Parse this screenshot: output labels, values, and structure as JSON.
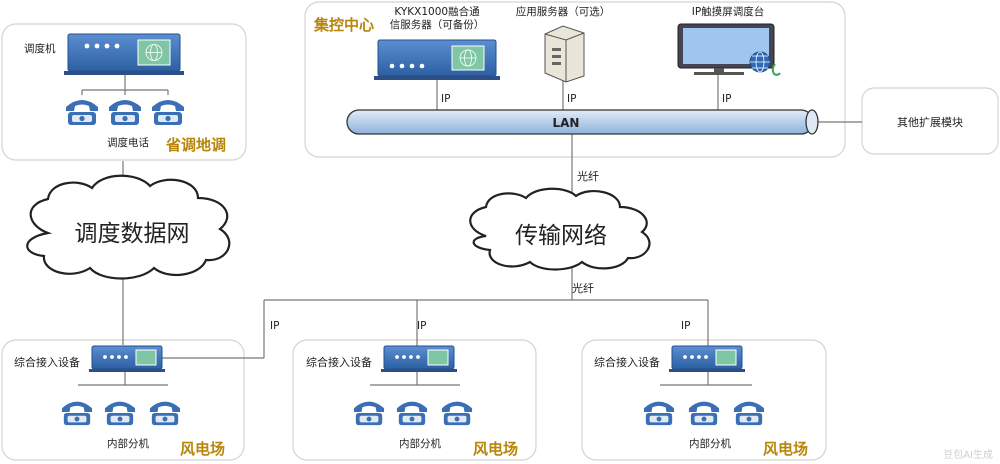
{
  "central": {
    "title": "集控中心",
    "server_line1": "KYKX1000融合通",
    "server_line2": "信服务器（可备份）",
    "app_server": "应用服务器（可选）",
    "touch_console": "IP触摸屏调度台",
    "ip": "IP",
    "lan": "LAN"
  },
  "ext_module": "其他扩展模块",
  "province": {
    "dispatcher": "调度机",
    "phones": "调度电话",
    "title": "省调地调"
  },
  "dispatch_net": "调度数据网",
  "transport_net": "传输网络",
  "fiber": "光纤",
  "ip": "IP",
  "farms": [
    {
      "device": "综合接入设备",
      "ext": "内部分机",
      "title": "风电场"
    },
    {
      "device": "综合接入设备",
      "ext": "内部分机",
      "title": "风电场"
    },
    {
      "device": "综合接入设备",
      "ext": "内部分机",
      "title": "风电场"
    }
  ],
  "watermark": "豆包AI生成",
  "colors": {
    "accent": "#3a6fb5",
    "brand": "#b8860b",
    "lan": "#bcd3ec"
  }
}
